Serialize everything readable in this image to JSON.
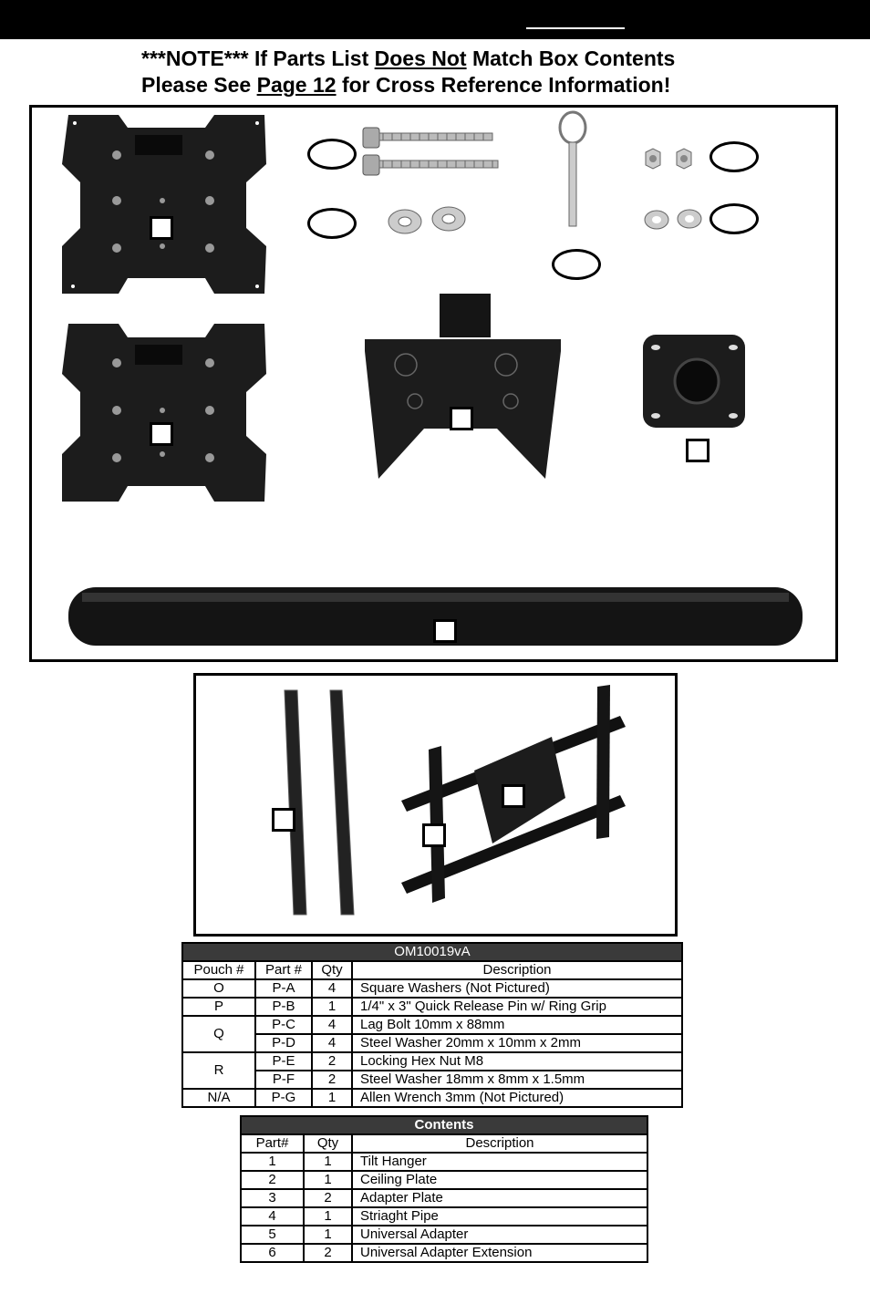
{
  "header": {
    "note_prefix": "***NOTE*** If Parts List ",
    "note_underlined": "Does Not",
    "note_suffix": " Match Box Contents",
    "line2_prefix": "Please See ",
    "line2_underlined": "Page 12",
    "line2_suffix": " for Cross Reference Information!"
  },
  "pouch_table": {
    "title": "OM10019vA",
    "columns": [
      "Pouch #",
      "Part #",
      "Qty",
      "Description"
    ],
    "rows": [
      {
        "pouch": "O",
        "part": "P-A",
        "qty": "4",
        "description": "Square Washers (Not Pictured)"
      },
      {
        "pouch": "P",
        "part": "P-B",
        "qty": "1",
        "description": "1/4\" x 3\" Quick Release Pin w/ Ring Grip"
      },
      {
        "pouch": "Q",
        "part": "P-C",
        "qty": "4",
        "description": "Lag Bolt 10mm x 88mm"
      },
      {
        "pouch": "",
        "part": "P-D",
        "qty": "4",
        "description": "Steel Washer 20mm x 10mm x 2mm"
      },
      {
        "pouch": "R",
        "part": "P-E",
        "qty": "2",
        "description": "Locking Hex Nut M8"
      },
      {
        "pouch": "",
        "part": "P-F",
        "qty": "2",
        "description": "Steel Washer 18mm x 8mm x 1.5mm"
      },
      {
        "pouch": "N/A",
        "part": "P-G",
        "qty": "1",
        "description": "Allen Wrench 3mm (Not Pictured)"
      }
    ]
  },
  "contents_table": {
    "title": "Contents",
    "columns": [
      "Part#",
      "Qty",
      "Description"
    ],
    "rows": [
      {
        "part": "1",
        "qty": "1",
        "description": "Tilt Hanger"
      },
      {
        "part": "2",
        "qty": "1",
        "description": "Ceiling Plate"
      },
      {
        "part": "3",
        "qty": "2",
        "description": "Adapter Plate"
      },
      {
        "part": "4",
        "qty": "1",
        "description": "Striaght Pipe"
      },
      {
        "part": "5",
        "qty": "1",
        "description": "Universal Adapter"
      },
      {
        "part": "6",
        "qty": "2",
        "description": "Universal Adapter Extension"
      }
    ]
  },
  "colors": {
    "part_fill": "#1c1c1c",
    "hardware_fill": "#d0d0d0",
    "table_title_bg": "#3a3a3a"
  }
}
